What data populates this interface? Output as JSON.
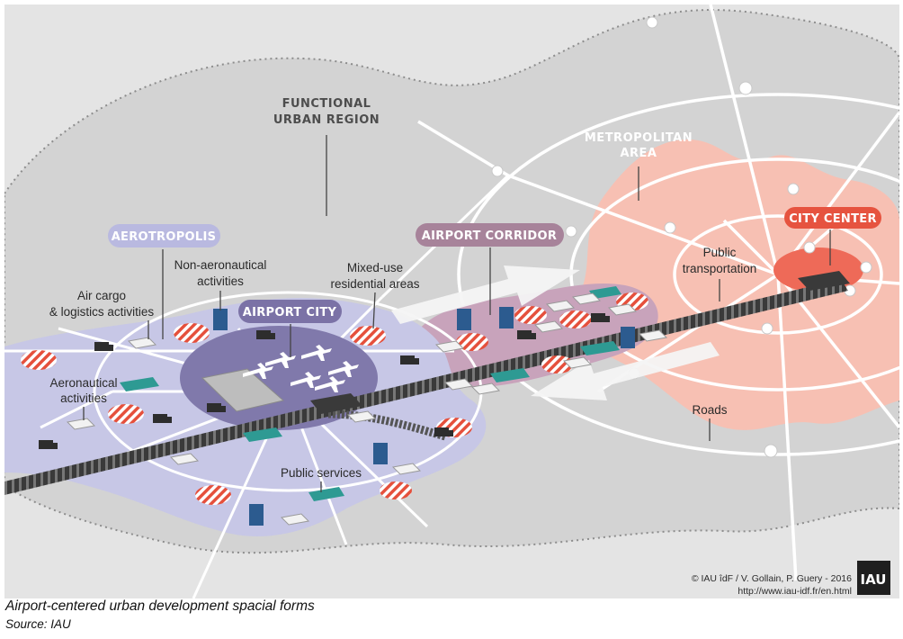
{
  "diagram": {
    "functional_urban_region": [
      "FUNCTIONAL",
      "URBAN REGION"
    ],
    "metropolitan_area": [
      "METROPOLITAN",
      "AREA"
    ],
    "aerotropolis": "AEROTROPOLIS",
    "airport_corridor": "AIRPORT CORRIDOR",
    "airport_city": "AIRPORT CITY",
    "city_center": "CITY CENTER",
    "non_aeronautical": [
      "Non-aeronautical",
      "activities"
    ],
    "mixed_use": [
      "Mixed-use",
      "residential areas"
    ],
    "air_cargo": [
      "Air cargo",
      "& logistics activities"
    ],
    "aeronautical": [
      "Aeronautical",
      "activities"
    ],
    "public_transportation": [
      "Public",
      "transportation"
    ],
    "roads": "Roads",
    "public_services": "Public services",
    "credit_line1": "© IAU îdF / V. Gollain, P. Guery - 2016",
    "credit_line2": "http://www.iau-idf.fr/en.html",
    "logo": "IAU"
  },
  "colors": {
    "background_gray": "#e4e4e4",
    "region_gray": "#d3d3d3",
    "metro_pink": "#f7c0b3",
    "city_red": "#ee6a58",
    "aerotropolis_lavender": "#c7c7e6",
    "airport_city_purple": "#8079ab",
    "corridor_mauve": "#c8a3bb",
    "pill_lavender": "#b9b9e0",
    "pill_purple": "#7b72a6",
    "pill_mauve": "#a7839a",
    "pill_red": "#e6533f",
    "teal": "#2e9a93",
    "blue": "#2c5b8f"
  },
  "caption": "Airport-centered urban development spacial forms",
  "source": "Source: IAU"
}
